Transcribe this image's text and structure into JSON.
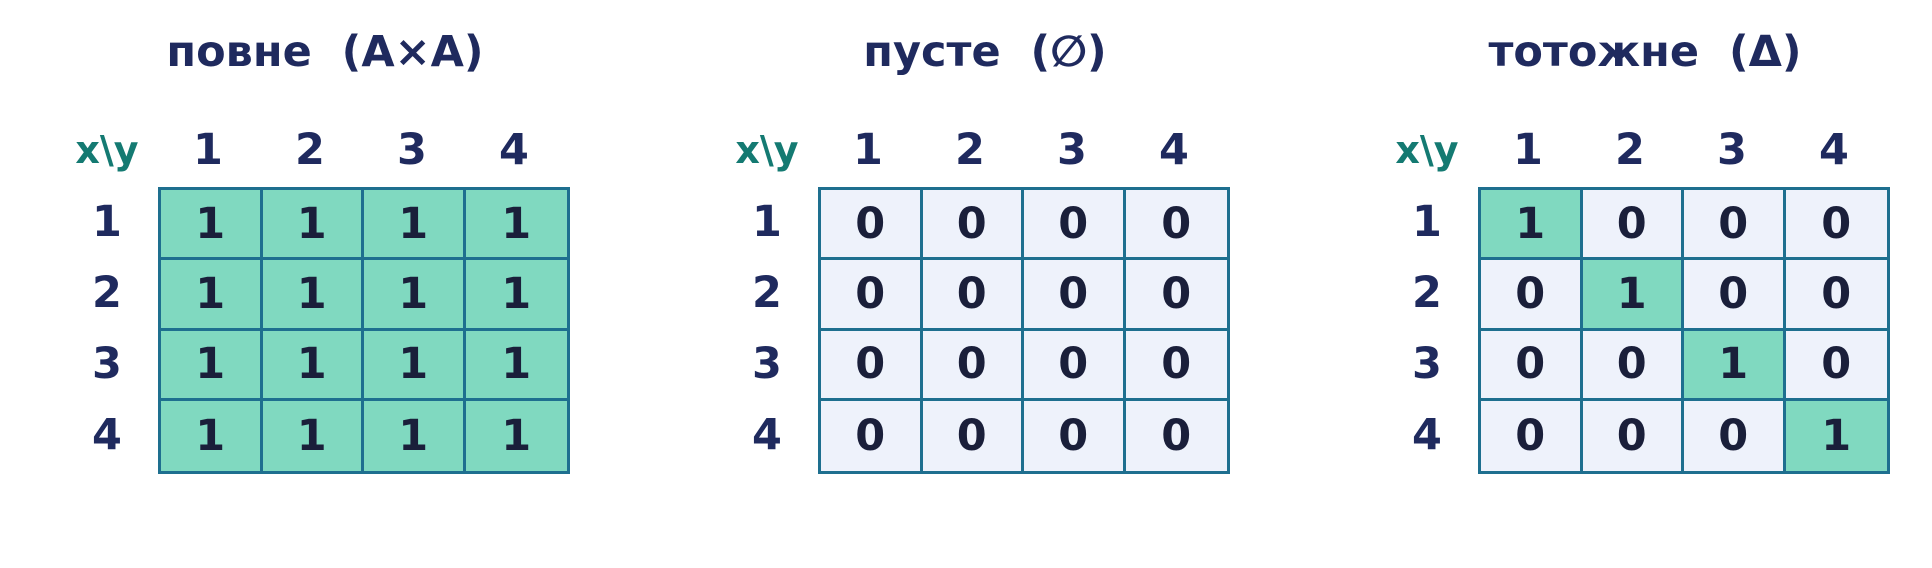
{
  "corner_label": "x\\y",
  "col_headers": [
    "1",
    "2",
    "3",
    "4"
  ],
  "row_headers": [
    "1",
    "2",
    "3",
    "4"
  ],
  "colors": {
    "title": "#1f2a5e",
    "corner": "#147a72",
    "grid_border": "#1e6f8f",
    "cell_one": "#80d9c0",
    "cell_zero": "#eef2fb"
  },
  "panels": [
    {
      "title": "повне  (A×A)",
      "matrix": [
        [
          1,
          1,
          1,
          1
        ],
        [
          1,
          1,
          1,
          1
        ],
        [
          1,
          1,
          1,
          1
        ],
        [
          1,
          1,
          1,
          1
        ]
      ]
    },
    {
      "title": "пусте  (∅)",
      "matrix": [
        [
          0,
          0,
          0,
          0
        ],
        [
          0,
          0,
          0,
          0
        ],
        [
          0,
          0,
          0,
          0
        ],
        [
          0,
          0,
          0,
          0
        ]
      ]
    },
    {
      "title": "тотожне  (Δ)",
      "matrix": [
        [
          1,
          0,
          0,
          0
        ],
        [
          0,
          1,
          0,
          0
        ],
        [
          0,
          0,
          1,
          0
        ],
        [
          0,
          0,
          0,
          1
        ]
      ]
    }
  ]
}
